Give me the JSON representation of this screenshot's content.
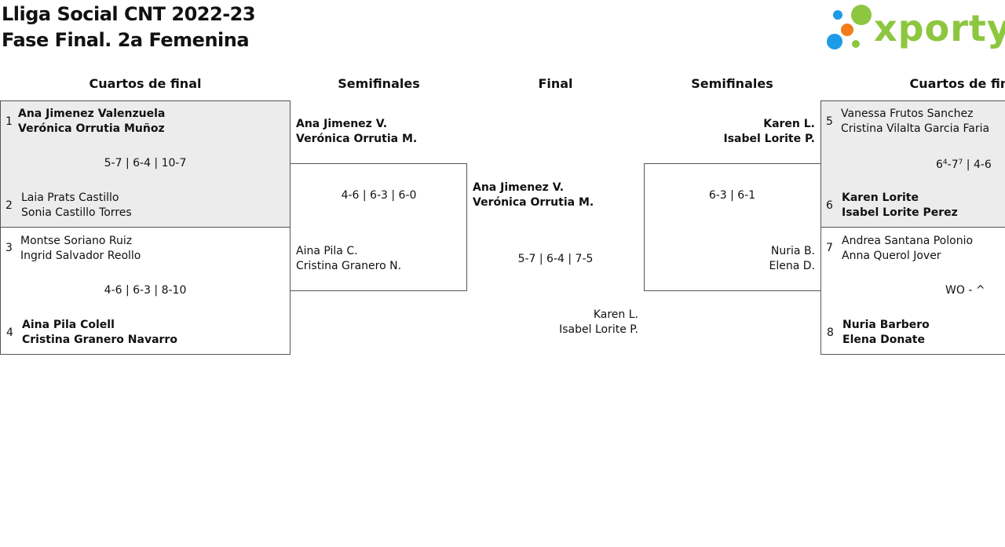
{
  "header": {
    "title_line1": "Lliga Social CNT 2022-23",
    "title_line2": "Fase Final. 2a Femenina",
    "logo_text": "xporty",
    "logo_colors": [
      "#1e9be6",
      "#8dc63f",
      "#f07d1a"
    ]
  },
  "rounds": {
    "left_qf": "Cuartos de final",
    "left_sf": "Semifinales",
    "final": "Final",
    "right_sf": "Semifinales",
    "right_qf": "Cuartos de final"
  },
  "left_qf": {
    "match1": {
      "top": {
        "seed": "1",
        "p1": "Ana Jimenez Valenzuela",
        "p2": "Verónica Orrutia Muñoz"
      },
      "score": "5-7 | 6-4 | 10-7",
      "bottom": {
        "seed": "2",
        "p1": "Laia Prats Castillo",
        "p2": "Sonia Castillo Torres"
      }
    },
    "match2": {
      "top": {
        "seed": "3",
        "p1": "Montse Soriano Ruiz",
        "p2": "Ingrid Salvador Reollo"
      },
      "score": "4-6 | 6-3 | 8-10",
      "bottom": {
        "seed": "4",
        "p1": "Aina Pila Colell",
        "p2": "Cristina Granero Navarro"
      }
    }
  },
  "left_sf": {
    "top": {
      "p1": "Ana Jimenez V.",
      "p2": "Verónica Orrutia M."
    },
    "score": "4-6 | 6-3 | 6-0",
    "bottom": {
      "p1": "Aina Pila C.",
      "p2": "Cristina Granero N."
    }
  },
  "final": {
    "top": {
      "p1": "Ana Jimenez V.",
      "p2": "Verónica Orrutia M."
    },
    "score": "5-7 | 6-4 | 7-5",
    "bottom": {
      "p1": "Karen L.",
      "p2": "Isabel Lorite P."
    }
  },
  "right_sf": {
    "top": {
      "p1": "Karen L.",
      "p2": "Isabel Lorite P."
    },
    "score": "6-3 | 6-1",
    "bottom": {
      "p1": "Nuria B.",
      "p2": "Elena D."
    }
  },
  "right_qf": {
    "match1": {
      "top": {
        "seed": "5",
        "p1": "Vanessa Frutos Sanchez",
        "p2": "Cristina Vilalta Garcia Faria"
      },
      "score": {
        "s1_main": "6",
        "s1_sup1": "4",
        "s1_mid": "-7",
        "s1_sup2": "7",
        "rest": " | 4-6"
      },
      "bottom": {
        "seed": "6",
        "p1": "Karen Lorite",
        "p2": "Isabel Lorite Perez"
      }
    },
    "match2": {
      "top": {
        "seed": "7",
        "p1": "Andrea Santana Polonio",
        "p2": "Anna Querol Jover"
      },
      "score": "WO - ^",
      "bottom": {
        "seed": "8",
        "p1": "Nuria Barbero",
        "p2": "Elena Donate"
      }
    }
  }
}
